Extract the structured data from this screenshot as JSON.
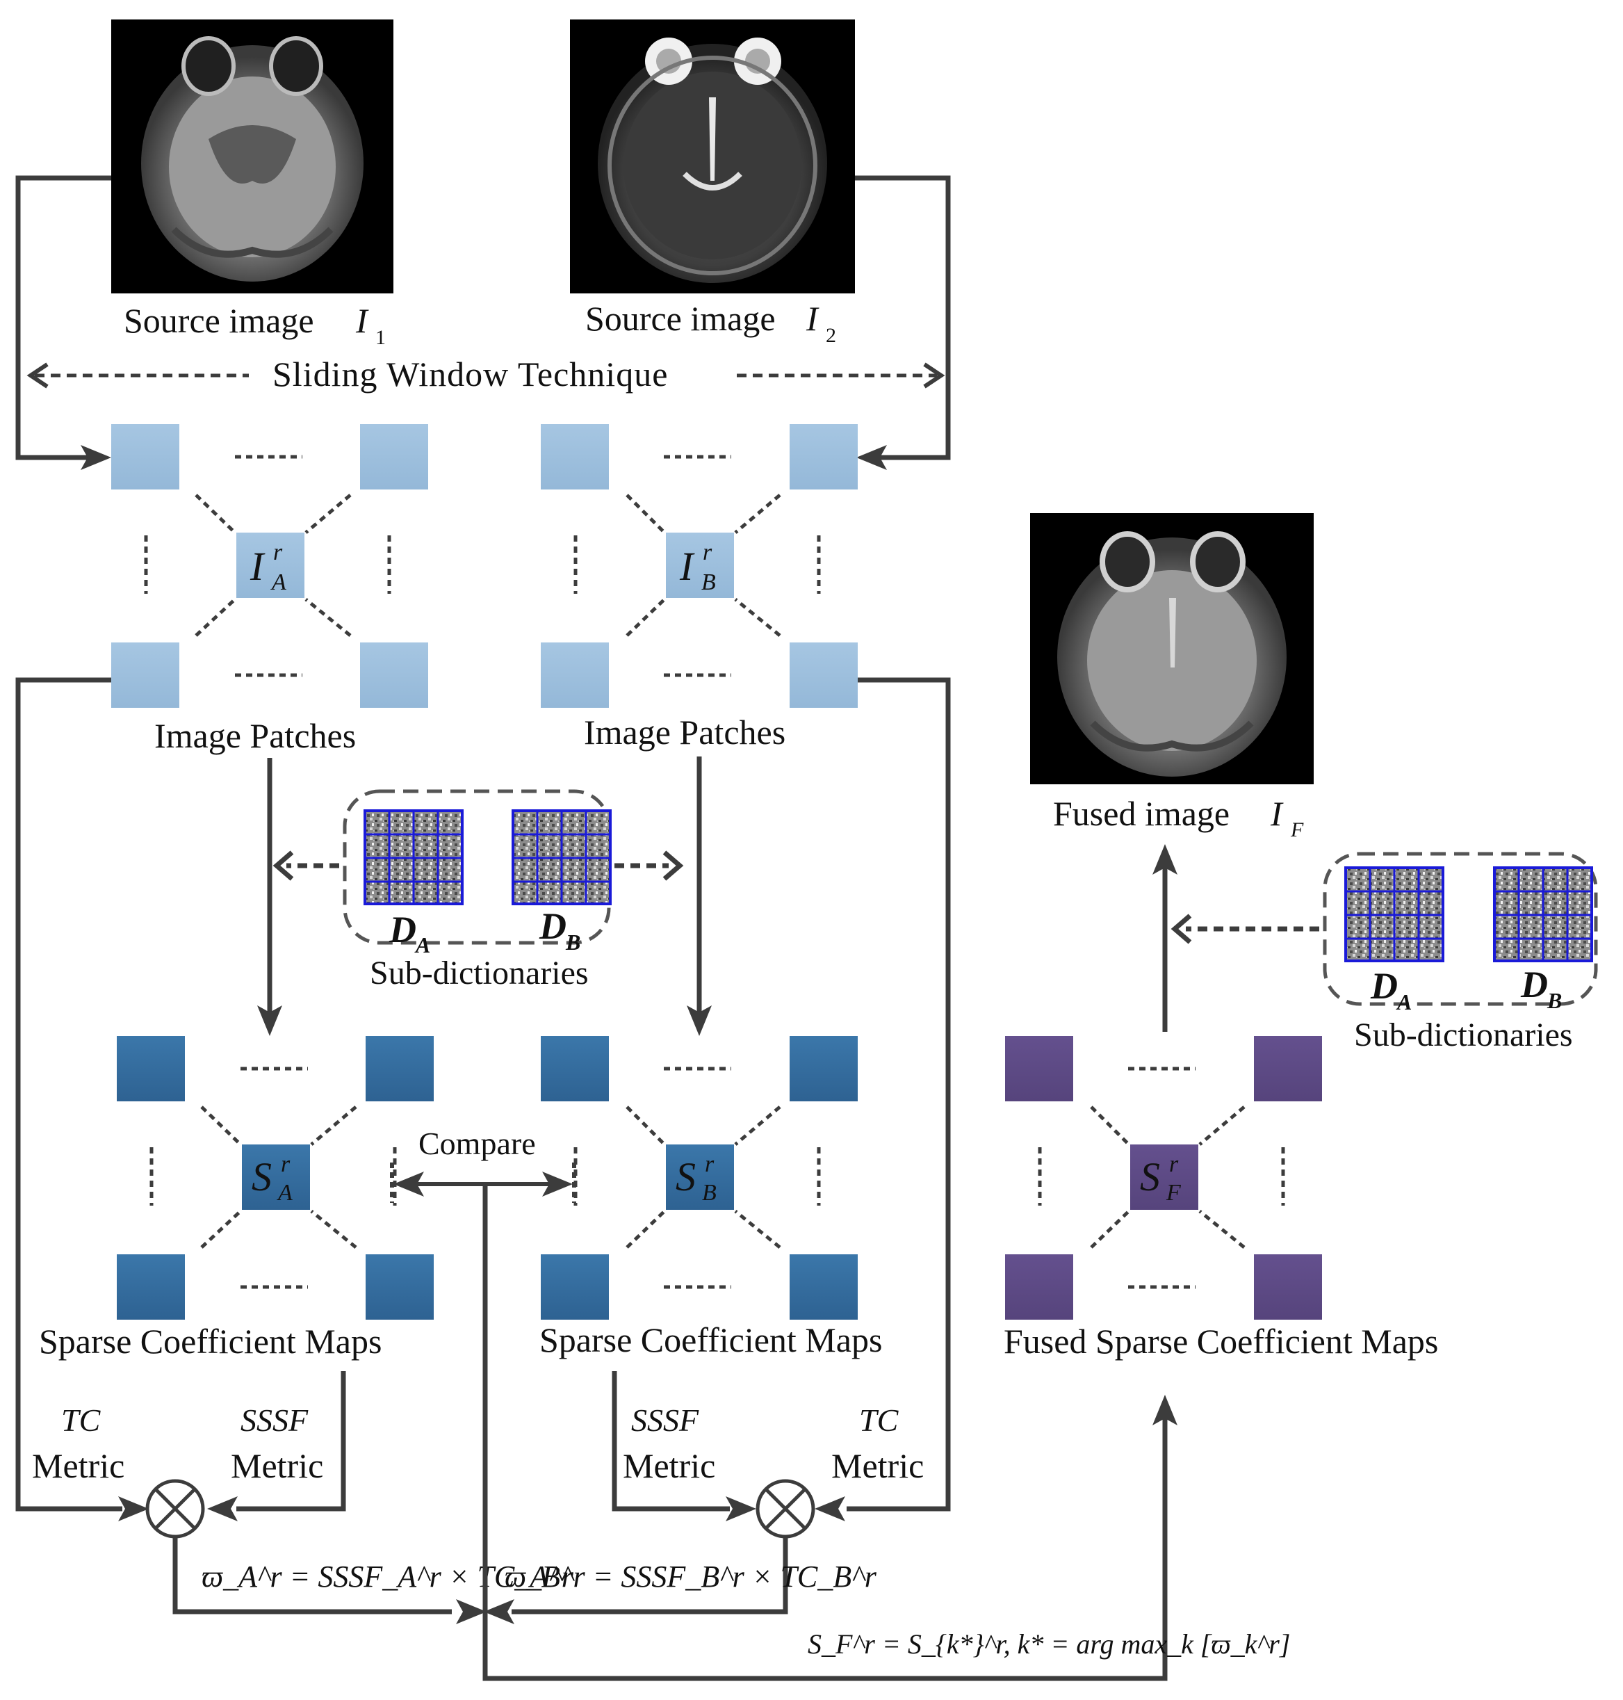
{
  "images": {
    "source1_caption": "Source image",
    "source1_symbol": "I",
    "source1_sub": "1",
    "source2_caption": "Source image",
    "source2_symbol": "I",
    "source2_sub": "2",
    "fused_caption": "Fused image",
    "fused_symbol": "I",
    "fused_sub": "F"
  },
  "sliding_window_label": "Sliding Window Technique",
  "patches": {
    "label_a": "Image Patches",
    "label_b": "Image Patches",
    "center_a_main": "I",
    "center_a_sup": "r",
    "center_a_sub": "A",
    "center_b_main": "I",
    "center_b_sup": "r",
    "center_b_sub": "B"
  },
  "dictionaries": {
    "group_label": "Sub-dictionaries",
    "group_label_2": "Sub-dictionaries",
    "da_main": "D",
    "da_sub": "A",
    "db_main": "D",
    "db_sub": "B"
  },
  "sparse": {
    "label_a": "Sparse Coefficient Maps",
    "label_b": "Sparse Coefficient Maps",
    "label_f": "Fused Sparse Coefficient Maps",
    "center_a_main": "S",
    "center_a_sup": "r",
    "center_a_sub": "A",
    "center_b_main": "S",
    "center_b_sup": "r",
    "center_b_sub": "B",
    "center_f_main": "S",
    "center_f_sup": "r",
    "center_f_sub": "F"
  },
  "compare_label": "Compare",
  "metrics": {
    "tc_name": "TC",
    "sssf_name": "SSSF",
    "metric_word": "Metric"
  },
  "formulas": {
    "weight_a": "ϖ_A^r = SSSF_A^r × TC_A^r",
    "weight_b": "ϖ_B^r = SSSF_B^r × TC_B^r",
    "fusion_rule": "S_F^r = S_{k*}^r, k* = arg max_k [ϖ_k^r]"
  },
  "colors": {
    "patch_light": "#9ec0de",
    "sparse_blue": "#356d9e",
    "sparse_purple": "#5e4a86",
    "arrow": "#3c3c3c",
    "dict_grid": "#1a1ad8"
  }
}
